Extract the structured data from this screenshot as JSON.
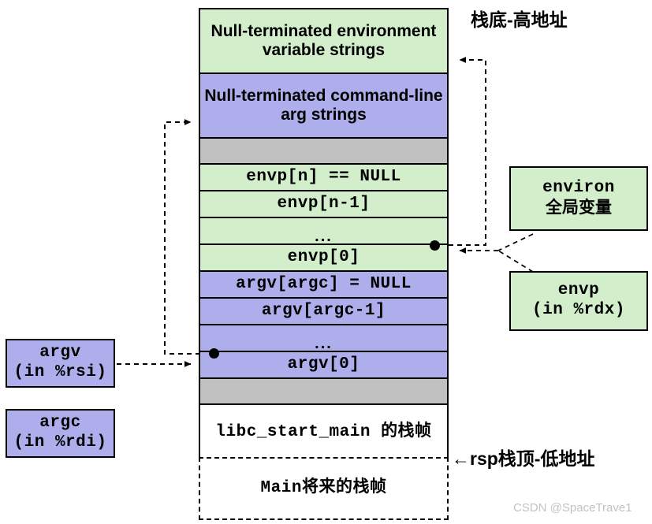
{
  "diagram": {
    "title_note": "Linux x86-64 process stack layout at program start",
    "colors": {
      "env_green": "#d2eecb",
      "arg_purple": "#aeaeec",
      "spacer_gray": "#c0c0c0",
      "frame_white": "#ffffff",
      "border": "#000000",
      "watermark": "#c2c2c2"
    },
    "stack_rows": [
      {
        "id": "env-strings",
        "line1": "Null-terminated",
        "line2": "environment variable strings",
        "fill": "env_green",
        "font": "sans"
      },
      {
        "id": "arg-strings",
        "line1": "Null-terminated",
        "line2": "command-line arg strings",
        "fill": "arg_purple",
        "font": "sans"
      },
      {
        "id": "spacer-top",
        "line1": "",
        "line2": "",
        "fill": "spacer_gray",
        "font": "sans"
      },
      {
        "id": "envp-null",
        "line1": "envp[n] == NULL",
        "line2": "",
        "fill": "env_green",
        "font": "mono"
      },
      {
        "id": "envp-n-1",
        "line1": "envp[n-1]",
        "line2": "",
        "fill": "env_green",
        "font": "mono"
      },
      {
        "id": "envp-ellipsis",
        "line1": "...",
        "line2": "",
        "fill": "env_green",
        "font": "mono"
      },
      {
        "id": "envp-0",
        "line1": "envp[0]",
        "line2": "",
        "fill": "env_green",
        "font": "mono"
      },
      {
        "id": "argv-null",
        "line1": "argv[argc] = NULL",
        "line2": "",
        "fill": "arg_purple",
        "font": "mono"
      },
      {
        "id": "argv-argc-1",
        "line1": "argv[argc-1]",
        "line2": "",
        "fill": "arg_purple",
        "font": "mono"
      },
      {
        "id": "argv-ellipsis",
        "line1": "...",
        "line2": "",
        "fill": "arg_purple",
        "font": "mono"
      },
      {
        "id": "argv-0",
        "line1": "argv[0]",
        "line2": "",
        "fill": "arg_purple",
        "font": "mono"
      },
      {
        "id": "spacer-bottom",
        "line1": "",
        "line2": "",
        "fill": "spacer_gray",
        "font": "sans"
      },
      {
        "id": "libc-frame",
        "line1": "libc_start_main",
        "line2": "的栈帧",
        "fill": "frame_white",
        "font": "mono"
      }
    ],
    "main_future_frame": {
      "label": "Main将来的栈帧"
    },
    "callouts": [
      {
        "id": "environ",
        "line1": "environ",
        "line2": "全局变量",
        "fill": "env_green"
      },
      {
        "id": "envp",
        "line1": "envp",
        "line2": "(in %rdx)",
        "fill": "env_green"
      },
      {
        "id": "argv",
        "line1": "argv",
        "line2": "(in %rsi)",
        "fill": "arg_purple"
      },
      {
        "id": "argc",
        "line1": "argc",
        "line2": "(in %rdi)",
        "fill": "arg_purple"
      }
    ],
    "labels": {
      "stack_bottom": "栈底-高地址",
      "stack_top": "←rsp栈顶-低地址"
    },
    "watermark": "CSDN @SpaceTrave1"
  }
}
